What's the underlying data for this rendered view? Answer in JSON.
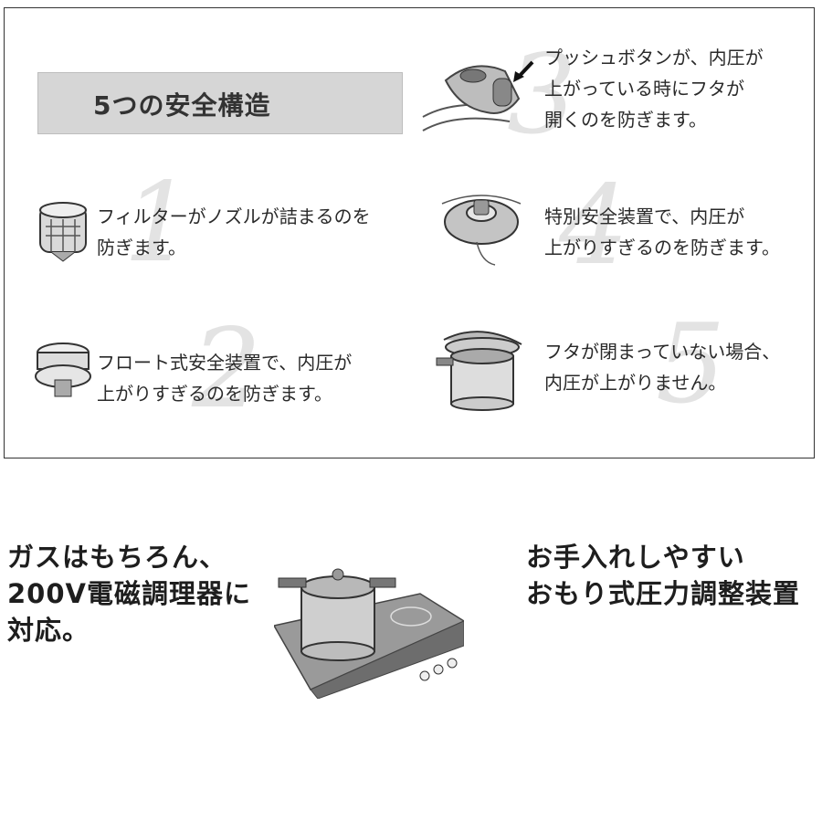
{
  "panel": {
    "title": "5つの安全構造",
    "features": [
      {
        "number": "3",
        "line1": "プッシュボタンが、内圧が",
        "line2": "上がっている時にフタが",
        "line3": "開くのを防ぎます。",
        "icon": "push-button-icon"
      },
      {
        "number": "1",
        "line1": "フィルターがノズルが詰まるのを",
        "line2": "防ぎます。",
        "icon": "filter-icon"
      },
      {
        "number": "4",
        "line1": "特別安全装置で、内圧が",
        "line2": "上がりすぎるのを防ぎます。",
        "icon": "safety-valve-icon"
      },
      {
        "number": "2",
        "line1": "フロート式安全装置で、内圧が",
        "line2": "上がりすぎるのを防ぎます。",
        "icon": "float-valve-icon"
      },
      {
        "number": "5",
        "line1": "フタが閉まっていない場合、",
        "line2": "内圧が上がりません。",
        "icon": "pressure-cooker-icon"
      }
    ]
  },
  "bottom": {
    "left": {
      "line1": "ガスはもちろん、",
      "line2": "200V電磁調理器に",
      "line3": "対応。",
      "icon": "induction-cooktop-icon"
    },
    "right": {
      "line1": "お手入れしやすい",
      "line2": "おもり式圧力調整装置"
    }
  }
}
